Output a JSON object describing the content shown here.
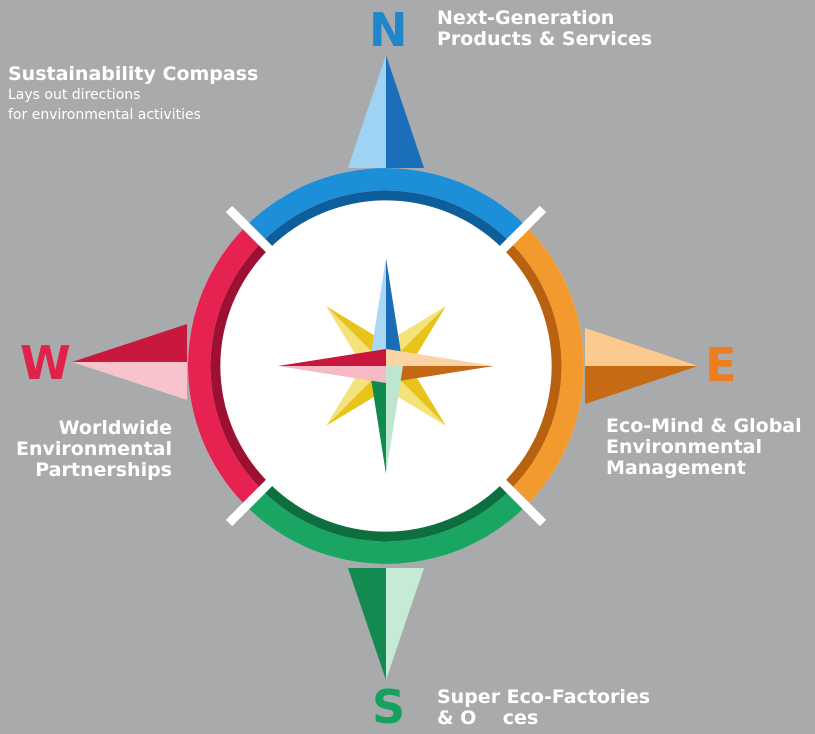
{
  "title": {
    "heading": "Sustainability Compass",
    "subtitle_lines": [
      "Lays out directions",
      "for environmental activities"
    ]
  },
  "directions": {
    "north": {
      "letter": "N",
      "color": "#1f86cc",
      "label_lines": [
        "Next-Generation",
        "Products & Services"
      ]
    },
    "east": {
      "letter": "E",
      "color": "#ee7d1e",
      "label_lines": [
        "Eco-Mind & Global",
        "Environmental",
        "Management"
      ]
    },
    "south": {
      "letter": "S",
      "color": "#18a060",
      "label_lines": [
        "Super Eco-Factories",
        "& O    ces"
      ]
    },
    "west": {
      "letter": "W",
      "color": "#e0224a",
      "label_lines": [
        "Worldwide",
        "Environmental",
        "Partnerships"
      ]
    }
  },
  "colors": {
    "background": "#a8aaab",
    "inner_star_accent": "#e8c31a"
  }
}
